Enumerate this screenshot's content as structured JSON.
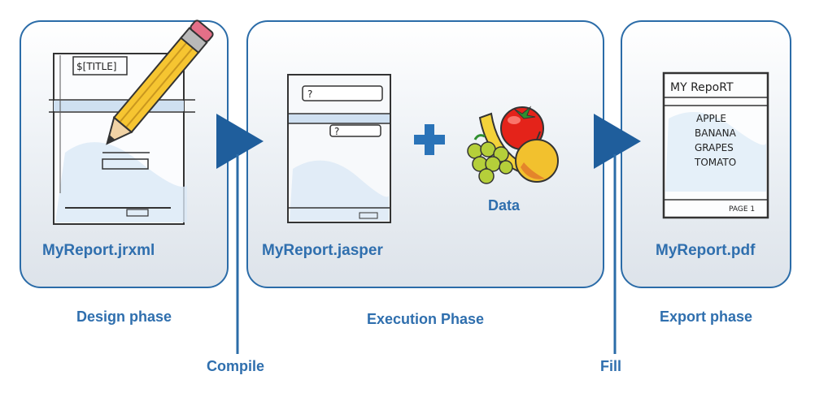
{
  "stages": {
    "design": {
      "file": "MyReport.jrxml",
      "phase": "Design phase",
      "template_title": "$[TITLE]"
    },
    "execution": {
      "file": "MyReport.jasper",
      "phase": "Execution Phase",
      "data_label": "Data",
      "placeholder": "?"
    },
    "export": {
      "file": "MyReport.pdf",
      "phase": "Export phase",
      "report_title": "MY RepoRT",
      "report_items": [
        "APPLE",
        "BANANA",
        "GRAPES",
        "TOMATO"
      ],
      "report_footer": "PAGE 1"
    }
  },
  "steps": {
    "compile": "Compile",
    "fill": "Fill"
  },
  "colors": {
    "accent": "#2b6ca8",
    "arrow": "#1f5e9c",
    "label": "#2f6fae",
    "plus": "#2a73b8"
  }
}
